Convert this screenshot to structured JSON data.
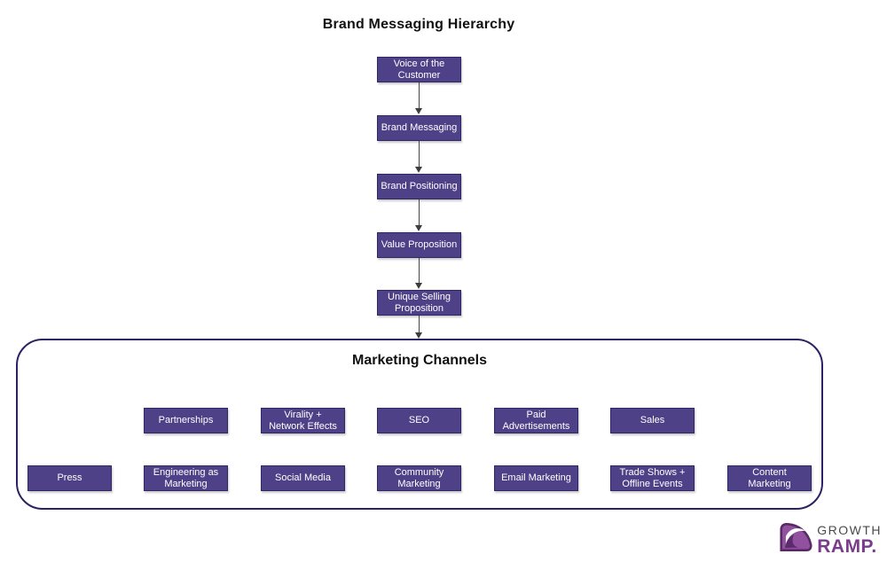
{
  "title": "Brand Messaging Hierarchy",
  "hierarchy": {
    "items": [
      {
        "label": "Voice of the\nCustomer"
      },
      {
        "label": "Brand Messaging"
      },
      {
        "label": "Brand Positioning"
      },
      {
        "label": "Value Proposition"
      },
      {
        "label": "Unique Selling\nProposition"
      }
    ]
  },
  "channels": {
    "title": "Marketing Channels",
    "row1": [
      {
        "label": "Partnerships"
      },
      {
        "label": "Virality +\nNetwork Effects"
      },
      {
        "label": "SEO"
      },
      {
        "label": "Paid\nAdvertisements"
      },
      {
        "label": "Sales"
      }
    ],
    "row2": [
      {
        "label": "Press"
      },
      {
        "label": "Engineering as\nMarketing"
      },
      {
        "label": "Social Media"
      },
      {
        "label": "Community\nMarketing"
      },
      {
        "label": "Email Marketing"
      },
      {
        "label": "Trade Shows +\nOffline Events"
      },
      {
        "label": "Content\nMarketing"
      }
    ]
  },
  "logo": {
    "word1": "GROWTH",
    "word2": "RAMP."
  },
  "colors": {
    "box_fill": "#4e4187",
    "box_border": "#2f2766",
    "panel_border": "#2b2164",
    "logo_purple": "#7b3b8c",
    "logo_gray": "#4a4a4a",
    "title_text": "#111111",
    "box_text": "#ffffff"
  }
}
